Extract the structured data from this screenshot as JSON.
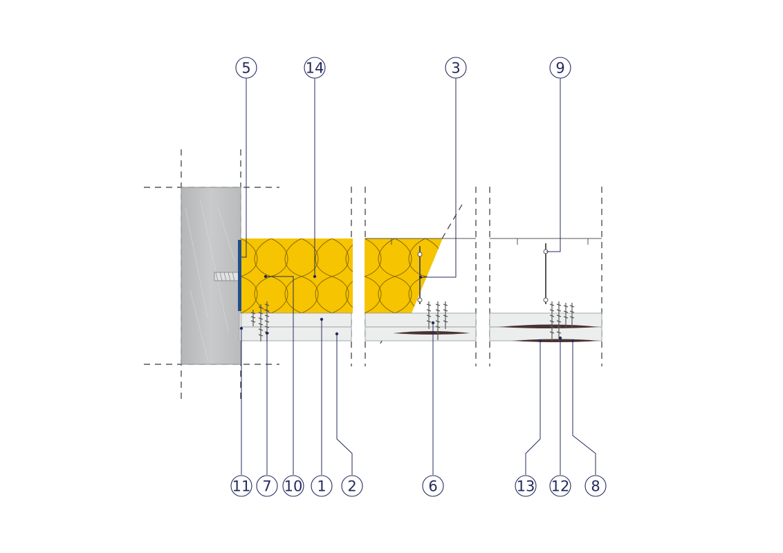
{
  "diagram": {
    "colors": {
      "insulation": "#f6c400",
      "insulation_stroke": "#8a6a00",
      "wall": "#bfc1c3",
      "gypsum_board": "#eceeee",
      "seal_strip": "#1f4e8c",
      "separating_strip": "#4a3230",
      "callout": "#232a5c"
    },
    "callouts": [
      {
        "id": "c5",
        "number": "5"
      },
      {
        "id": "c14",
        "number": "14"
      },
      {
        "id": "c3",
        "number": "3"
      },
      {
        "id": "c9",
        "number": "9"
      },
      {
        "id": "c11",
        "number": "11"
      },
      {
        "id": "c7",
        "number": "7"
      },
      {
        "id": "c10",
        "number": "10"
      },
      {
        "id": "c1",
        "number": "1"
      },
      {
        "id": "c2",
        "number": "2"
      },
      {
        "id": "c6",
        "number": "6"
      },
      {
        "id": "c13",
        "number": "13"
      },
      {
        "id": "c12",
        "number": "12"
      },
      {
        "id": "c8",
        "number": "8"
      }
    ]
  }
}
